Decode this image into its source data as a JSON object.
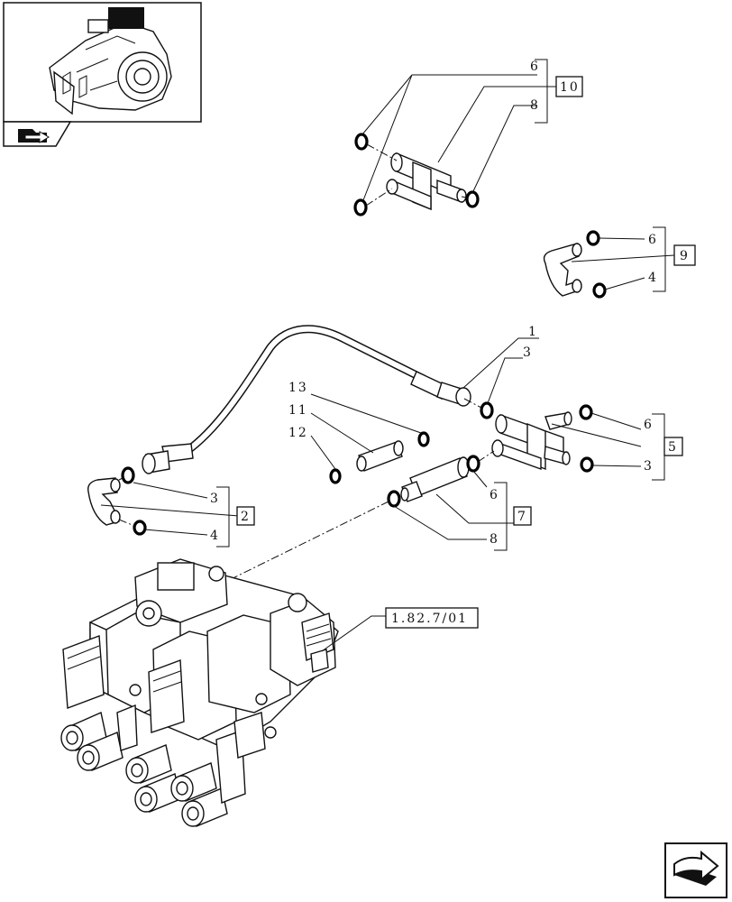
{
  "callouts": {
    "c1": "1",
    "c2": "2",
    "c3a": "3",
    "c3b": "3",
    "c3c": "3",
    "c4a": "4",
    "c4b": "4",
    "c5": "5",
    "c6a": "6",
    "c6b": "6",
    "c6c": "6",
    "c6d": "6",
    "c7": "7",
    "c8a": "8",
    "c8b": "8",
    "c9": "9",
    "c10": "10",
    "c11": "11",
    "c12": "12",
    "c13": "13"
  },
  "reference": "1.82.7/01",
  "icons": {
    "thumbnail": "transmission-housing-thumbnail-icon",
    "section_tab": "folder-arrow-icon",
    "next_page": "next-page-arrow-icon"
  }
}
